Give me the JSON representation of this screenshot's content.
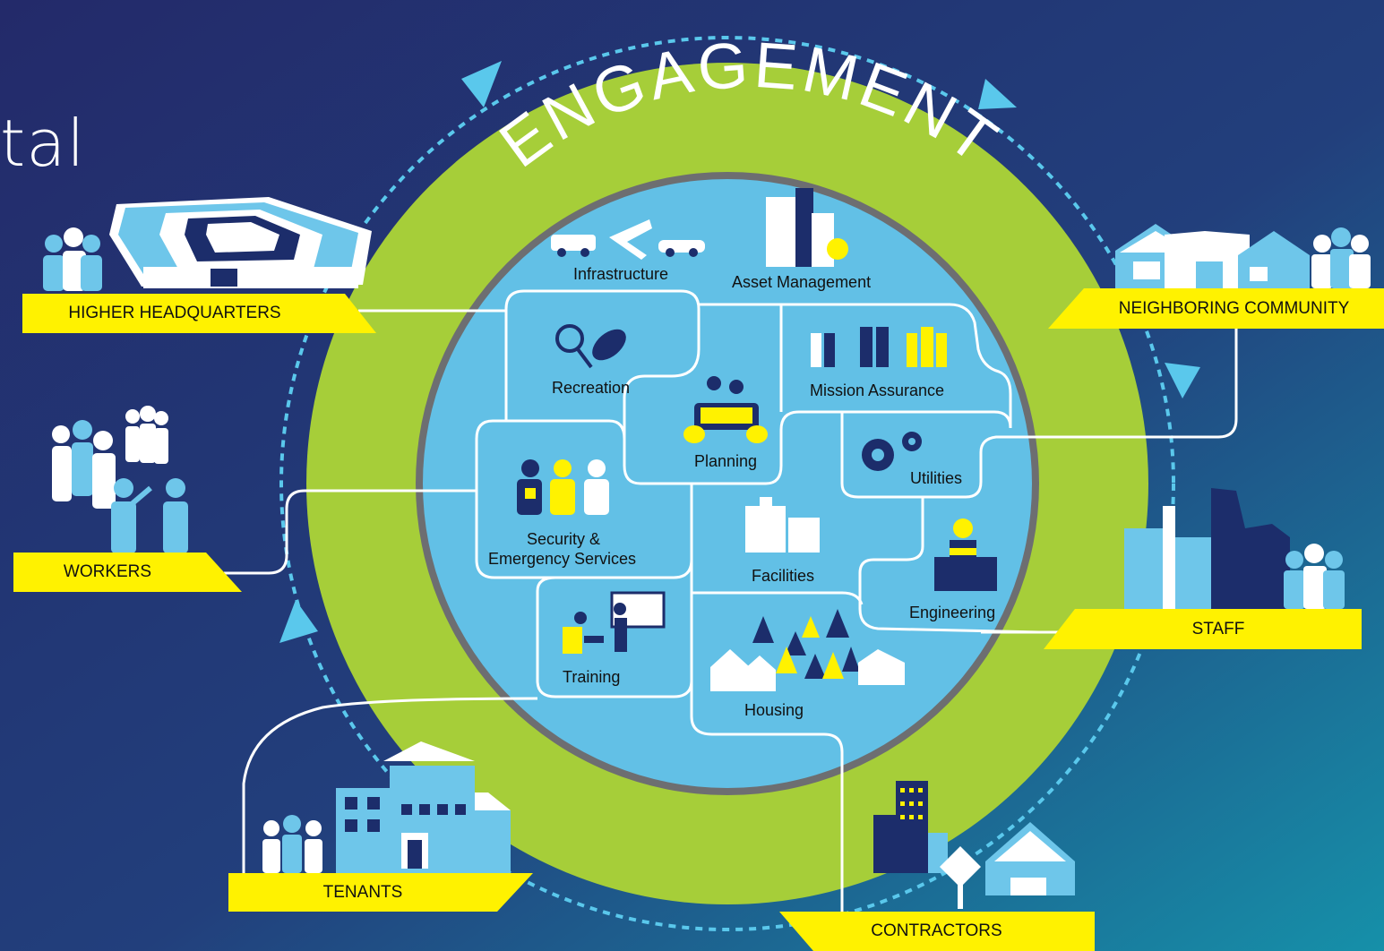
{
  "title_fragment": "tal",
  "ring_title": "ENGAGEMENT",
  "stakeholders": {
    "higher_hq": "HIGHER HEADQUARTERS",
    "workers": "WORKERS",
    "tenants": "TENANTS",
    "contractors": "CONTRACTORS",
    "staff": "STAFF",
    "neighboring": "NEIGHBORING COMMUNITY"
  },
  "functions": {
    "infrastructure": "Infrastructure",
    "asset_management": "Asset Management",
    "recreation": "Recreation",
    "mission_assurance": "Mission Assurance",
    "planning": "Planning",
    "utilities": "Utilities",
    "security_line1": "Security &",
    "security_line2": "Emergency Services",
    "facilities": "Facilities",
    "engineering": "Engineering",
    "training": "Training",
    "housing": "Housing"
  },
  "colors": {
    "bg_left": "#1f2a66",
    "bg_right": "#1a8aa8",
    "ring_green": "#a6ce39",
    "inner_blue": "#62c0e6",
    "banner_yellow": "#fff200",
    "navy_icon": "#1c2d6b",
    "light_icon": "#6ec6ea"
  }
}
